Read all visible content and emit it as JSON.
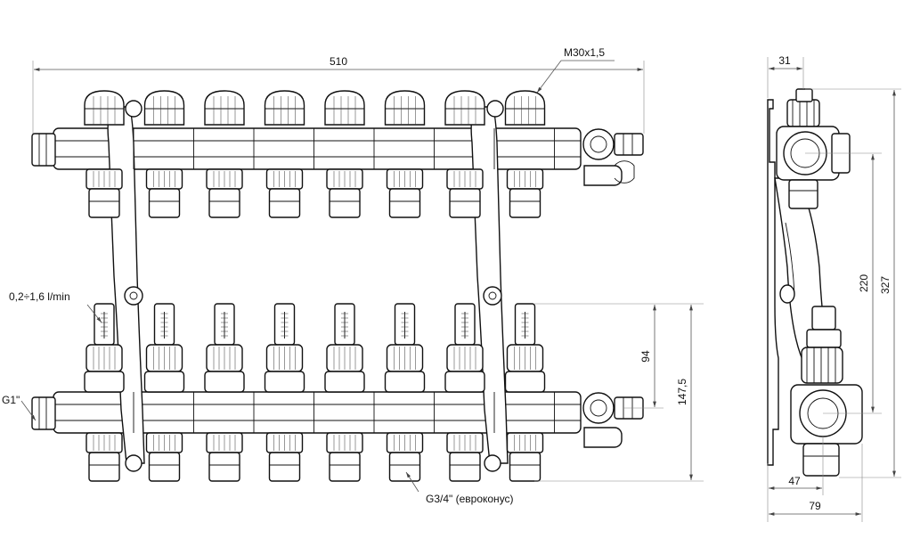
{
  "dimensions": {
    "overall_width": "510",
    "thread": "M30x1,5",
    "side_depth_top": "31",
    "center_distance": "220",
    "total_height": "327",
    "flowmeter_height": "94",
    "height_147": "147,5",
    "side_offset": "47",
    "side_total": "79"
  },
  "labels": {
    "flow_range": "0,2÷1,6 l/min",
    "inlet_thread": "G1\"",
    "outlet_thread": "G3/4\" (евроконус)"
  },
  "outlets": 8
}
